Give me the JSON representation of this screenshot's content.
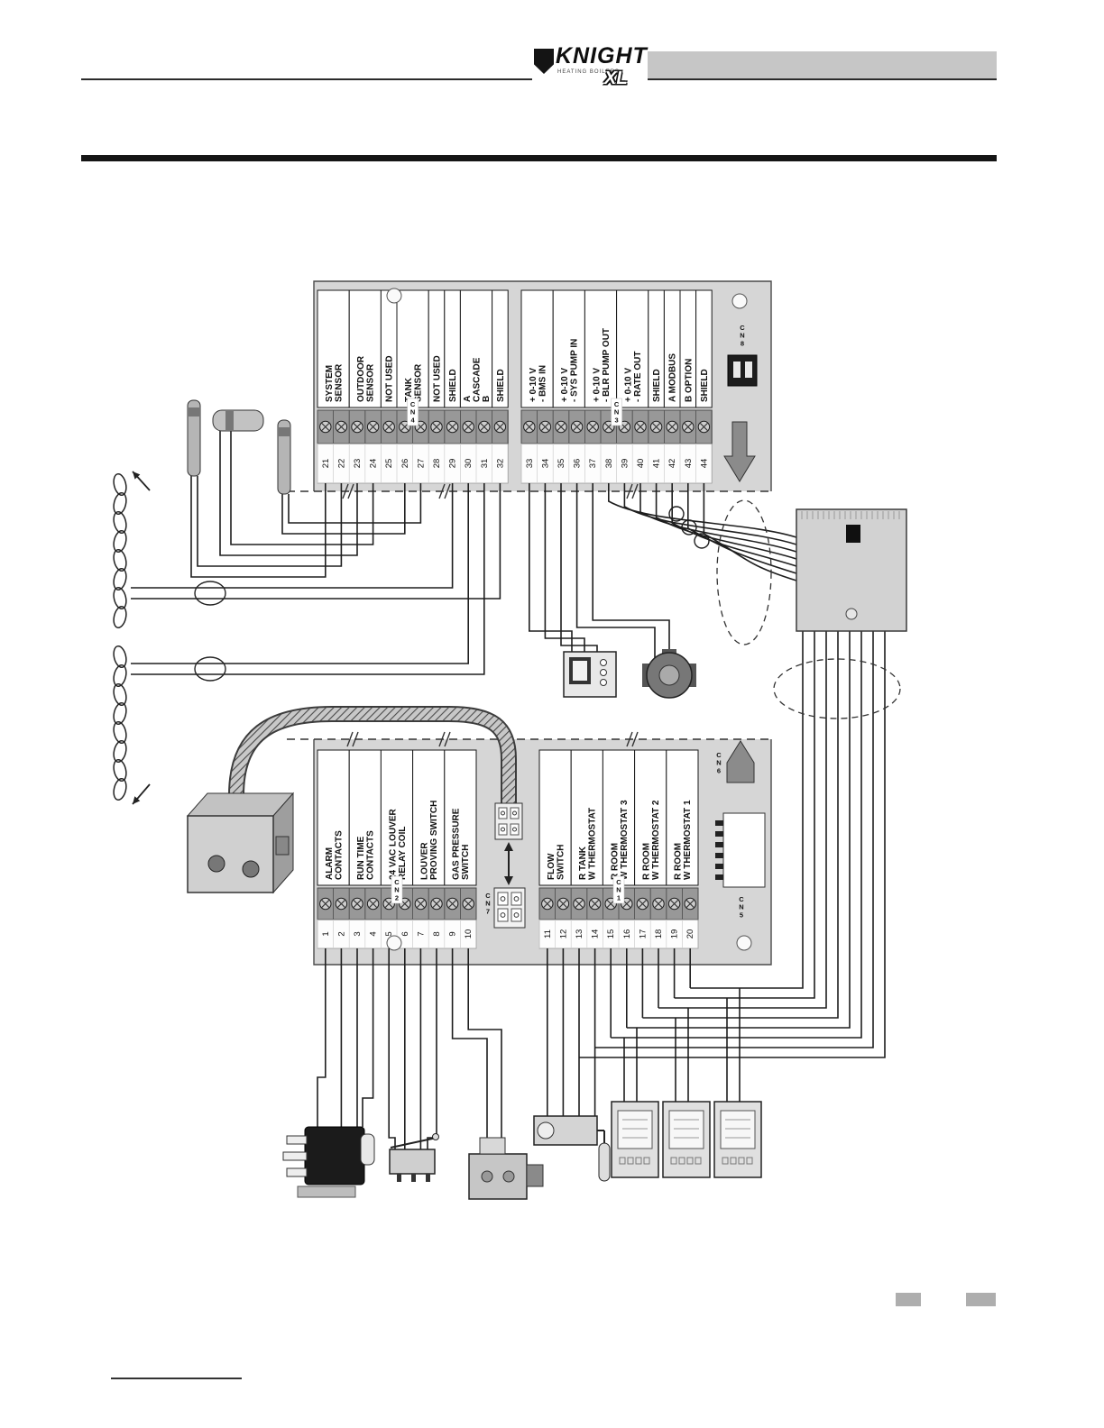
{
  "header": {
    "logo_main": "KNIGHT",
    "logo_sub": "XL",
    "logo_tagline": "HEATING BOILERS"
  },
  "diagram": {
    "upper_board": {
      "cn4": {
        "name": "CN4",
        "labels": [
          {
            "lines": [
              "SYSTEM",
              "SENSOR"
            ],
            "span": 2
          },
          {
            "lines": [
              "OUTDOOR",
              "SENSOR"
            ],
            "span": 2
          },
          {
            "lines": [
              "NOT USED"
            ],
            "span": 1
          },
          {
            "lines": [
              "TANK",
              "SENSOR"
            ],
            "span": 2
          },
          {
            "lines": [
              "NOT USED"
            ],
            "span": 1
          },
          {
            "lines": [
              "SHIELD"
            ],
            "span": 1
          },
          {
            "lines": [
              "A",
              "CASCADE",
              "B"
            ],
            "span": 2
          },
          {
            "lines": [
              "SHIELD"
            ],
            "span": 1
          }
        ],
        "terminals": [
          "21",
          "22",
          "23",
          "24",
          "25",
          "26",
          "27",
          "28",
          "29",
          "30",
          "31",
          "32"
        ]
      },
      "cn3": {
        "name": "CN3",
        "labels": [
          {
            "lines": [
              "+ 0-10 V",
              "- BMS IN"
            ],
            "span": 2
          },
          {
            "lines": [
              "+ 0-10 V",
              "- SYS PUMP IN"
            ],
            "span": 2
          },
          {
            "lines": [
              "+ 0-10 V",
              "- BLR PUMP OUT"
            ],
            "span": 2
          },
          {
            "lines": [
              "+ 0-10 V",
              "- RATE OUT"
            ],
            "span": 2
          },
          {
            "lines": [
              "SHIELD"
            ],
            "span": 1
          },
          {
            "lines": [
              "A  MODBUS"
            ],
            "span": 1
          },
          {
            "lines": [
              "B  OPTION"
            ],
            "span": 1
          },
          {
            "lines": [
              "SHIELD"
            ],
            "span": 1
          }
        ],
        "terminals": [
          "33",
          "34",
          "35",
          "36",
          "37",
          "38",
          "39",
          "40",
          "41",
          "42",
          "43",
          "44"
        ]
      },
      "cn8_name": "CN8"
    },
    "lower_board": {
      "cn2": {
        "name": "CN2",
        "labels": [
          {
            "lines": [
              "ALARM",
              "CONTACTS"
            ],
            "span": 2
          },
          {
            "lines": [
              "RUN TIME",
              "CONTACTS"
            ],
            "span": 2
          },
          {
            "lines": [
              "24 VAC LOUVER",
              "RELAY COIL"
            ],
            "span": 2
          },
          {
            "lines": [
              "LOUVER",
              "PROVING SWITCH"
            ],
            "span": 2
          },
          {
            "lines": [
              "GAS PRESSURE",
              "SWITCH"
            ],
            "span": 2
          }
        ],
        "terminals": [
          "1",
          "2",
          "3",
          "4",
          "5",
          "6",
          "7",
          "8",
          "9",
          "10"
        ]
      },
      "cn1": {
        "name": "CN1",
        "labels": [
          {
            "lines": [
              "FLOW",
              "SWITCH"
            ],
            "span": 2
          },
          {
            "lines": [
              "R  TANK",
              "W  THERMOSTAT"
            ],
            "span": 2
          },
          {
            "lines": [
              "R  ROOM",
              "W  THERMOSTAT 3"
            ],
            "span": 2
          },
          {
            "lines": [
              "R  ROOM",
              "W  THERMOSTAT 2"
            ],
            "span": 2
          },
          {
            "lines": [
              "R  ROOM",
              "W  THERMOSTAT 1"
            ],
            "span": 2
          }
        ],
        "terminals": [
          "11",
          "12",
          "13",
          "14",
          "15",
          "16",
          "17",
          "18",
          "19",
          "20"
        ]
      },
      "cn7_name": "CN7",
      "cn6_name": "CN6",
      "cn5_name": "CN5"
    }
  }
}
